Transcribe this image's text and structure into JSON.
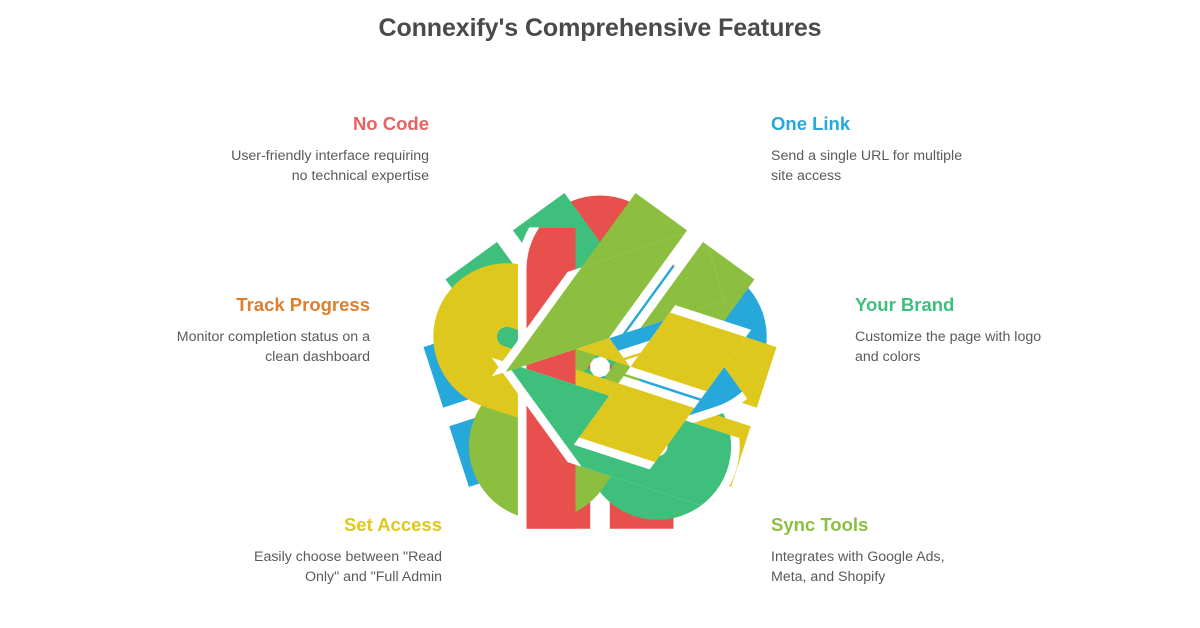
{
  "header": {
    "title": "Connexify's Comprehensive Features"
  },
  "colors": {
    "background": "#ffffff",
    "title_text": "#4a4a4a",
    "body_text": "#5a5a5a",
    "red": "#e8504e",
    "blue": "#27a8db",
    "orange": "#de7f2e",
    "green": "#3ec07c",
    "yellow": "#dfc81e",
    "lime": "#8cbf3f",
    "red_label": "#e8615f",
    "blue_label": "#27a8db",
    "orange_label": "#de7f2e",
    "green_label": "#3ec07c",
    "yellow_label": "#dfc81e",
    "lime_label": "#8cbf3f"
  },
  "features": [
    {
      "id": "no-code",
      "title": "No Code",
      "description": "User-friendly interface requiring no technical expertise",
      "color": "#e8615f",
      "strand_color": "#e8504e",
      "align": "right",
      "position": "top-left"
    },
    {
      "id": "one-link",
      "title": "One Link",
      "description": "Send a single URL for multiple site access",
      "color": "#27a8db",
      "strand_color": "#27a8db",
      "align": "left",
      "position": "top-right"
    },
    {
      "id": "track-progress",
      "title": "Track Progress",
      "description": "Monitor completion status on a clean dashboard",
      "color": "#de7f2e",
      "strand_color": "#de7f2e",
      "align": "right",
      "position": "middle-left"
    },
    {
      "id": "your-brand",
      "title": "Your Brand",
      "description": "Customize the page with logo and colors",
      "color": "#3ec07c",
      "strand_color": "#3ec07c",
      "align": "left",
      "position": "middle-right"
    },
    {
      "id": "set-access",
      "title": "Set Access",
      "description": "Easily choose between \"Read Only\" and \"Full Admin",
      "color": "#dfc81e",
      "strand_color": "#dfc81e",
      "align": "right",
      "position": "bottom-left"
    },
    {
      "id": "sync-tools",
      "title": "Sync Tools",
      "description": "Integrates with Google Ads, Meta, and Shopify",
      "color": "#8cbf3f",
      "strand_color": "#8cbf3f",
      "align": "left",
      "position": "bottom-right"
    }
  ],
  "graphic": {
    "name": "five-strand-interlocking-knot",
    "strand_count": 5,
    "strand_colors": [
      "#e8504e",
      "#27a8db",
      "#3ec07c",
      "#8cbf3f",
      "#dfc81e"
    ],
    "rotation_step_deg": 72
  }
}
